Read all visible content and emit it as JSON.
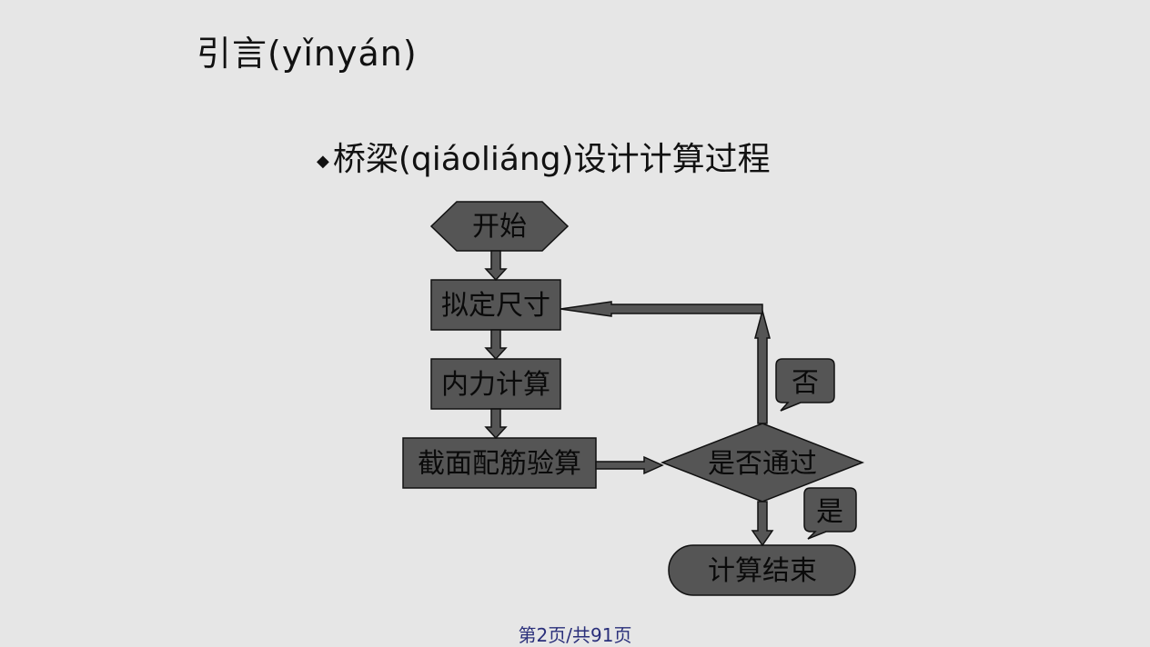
{
  "title": "引言(yǐnyán)",
  "bullet": "桥梁(qiáoliáng)设计计算过程",
  "flowchart": {
    "start": "开始",
    "step1": "拟定尺寸",
    "step2": "内力计算",
    "step3": "截面配筋验算",
    "decision": "是否通过",
    "no_label": "否",
    "yes_label": "是",
    "end": "计算结束"
  },
  "footer": "第2页/共91页",
  "colors": {
    "node_fill": "#555555",
    "background": "#e6e6e6",
    "footer_text": "#2a2f7a"
  }
}
